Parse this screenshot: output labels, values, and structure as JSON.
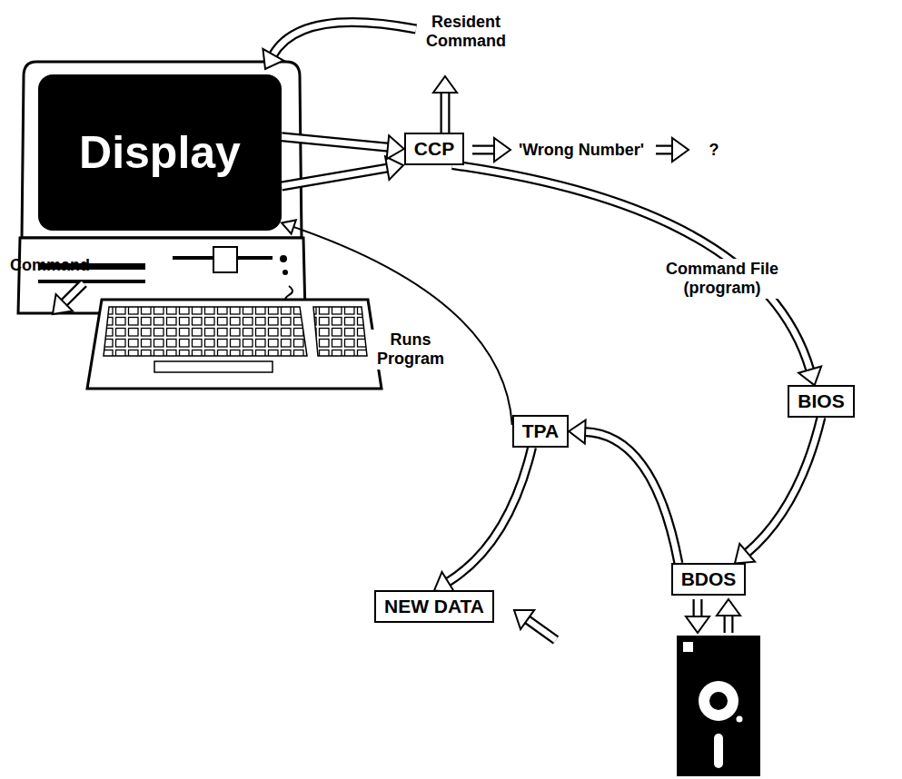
{
  "diagram": {
    "nodes": [
      {
        "text": [
          "Display"
        ]
      },
      {
        "text": [
          "CCP"
        ]
      },
      {
        "text": [
          "BIOS"
        ]
      },
      {
        "text": [
          "TPA"
        ]
      },
      {
        "text": [
          "BDOS"
        ]
      },
      {
        "text": [
          "NEW DATA"
        ]
      }
    ],
    "edges": [
      {
        "from": 0,
        "to": 1,
        "arrow": "to"
      },
      {
        "from": 1,
        "to": 2,
        "label": "Command File (program)",
        "arrow": "to"
      },
      {
        "from": 2,
        "to": 4,
        "arrow": "to"
      },
      {
        "from": 4,
        "to": 3,
        "arrow": "to"
      },
      {
        "from": 3,
        "to": 0,
        "label": "Runs Program",
        "arrow": "to"
      },
      {
        "from": 3,
        "to": 5,
        "arrow": "to"
      }
    ],
    "labels": [
      "Resident Command",
      "'Wrong Number'",
      "?",
      "Command"
    ]
  }
}
